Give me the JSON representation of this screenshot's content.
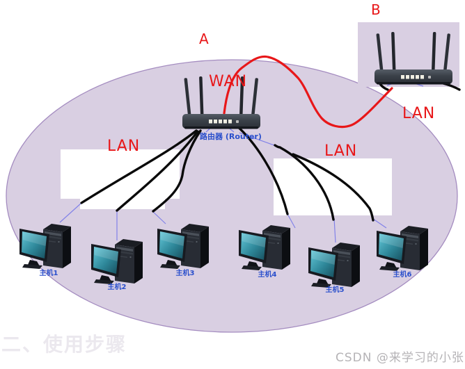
{
  "diagram": {
    "region_a_label": "A",
    "region_b_label": "B",
    "wan_label": "WAN",
    "lan_label_left": "LAN",
    "lan_label_right": "LAN",
    "lan_label_b": "LAN",
    "router_label": "路由器 (Router)",
    "hosts": [
      {
        "label": "主机1"
      },
      {
        "label": "主机2"
      },
      {
        "label": "主机3"
      },
      {
        "label": "主机4"
      },
      {
        "label": "主机5"
      },
      {
        "label": "主机6"
      }
    ],
    "ghost_heading": "二、使用步骤",
    "watermark": "CSDN @来学习的小张",
    "colors": {
      "annotation_red": "#e81719",
      "label_blue": "#2b50cc",
      "ellipse_fill": "#d9cfe2",
      "ellipse_stroke": "#a48cc0",
      "connector_blue": "#8282e8",
      "cable_black": "#0a0a0a",
      "watermark_gray": "#b5b3b6"
    }
  }
}
